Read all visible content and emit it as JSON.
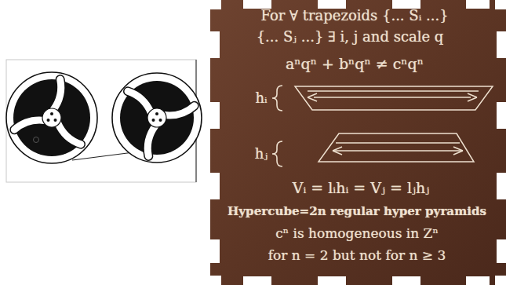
{
  "diagram": {
    "labels": [
      "For ∀ trapezoids {... Sᵢ ...}",
      "{... Sⱼ ...} ∃ i, j and scale q",
      "aⁿqⁿ + bⁿqⁿ ≠ cⁿqⁿ",
      "hᵢ",
      "hⱼ",
      "Vᵢ = lᵢhᵢ = Vⱼ = lⱼhⱼ",
      "Hypercube=2n regular hyper pyramids",
      "cⁿ is homogeneous in Zⁿ",
      "for n = 2 but not for n ≥ 3"
    ]
  }
}
